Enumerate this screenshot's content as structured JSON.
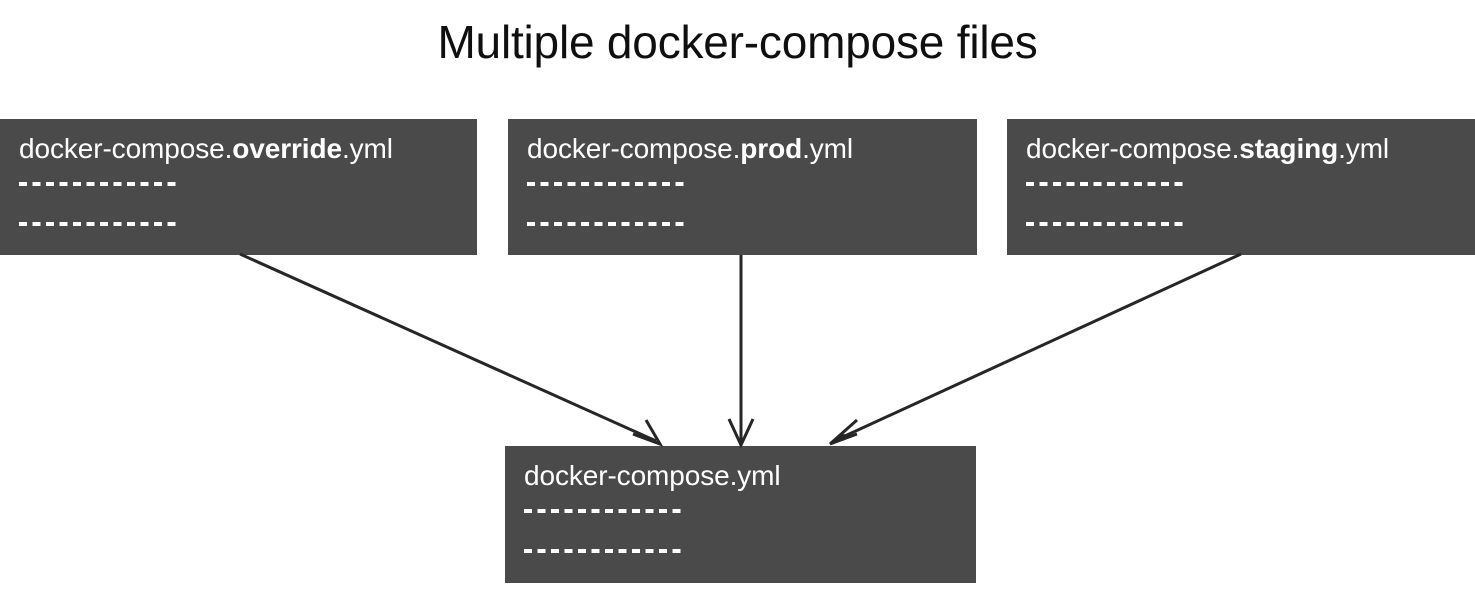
{
  "title": "Multiple docker-compose files",
  "theme": {
    "background": "#ffffff",
    "box_fill": "#4b4a4a",
    "box_text": "#ffffff",
    "title_text": "#0f0f0f",
    "arrow_color": "#262626"
  },
  "boxes": {
    "override": {
      "prefix": "docker-compose.",
      "env": "override",
      "suffix": ".yml",
      "lines": [
        "------------",
        "------------"
      ]
    },
    "prod": {
      "prefix": "docker-compose.",
      "env": "prod",
      "suffix": ".yml",
      "lines": [
        "------------",
        "------------"
      ]
    },
    "staging": {
      "prefix": "docker-compose.",
      "env": "staging",
      "suffix": ".yml",
      "lines": [
        "------------",
        "------------"
      ]
    },
    "base": {
      "prefix": "docker-compose.yml",
      "env": "",
      "suffix": "",
      "lines": [
        "------------",
        "------------"
      ]
    }
  },
  "arrows": [
    {
      "name": "override-to-base",
      "from": "override",
      "to": "base",
      "direction": "down-right"
    },
    {
      "name": "prod-to-base",
      "from": "prod",
      "to": "base",
      "direction": "down"
    },
    {
      "name": "staging-to-base",
      "from": "staging",
      "to": "base",
      "direction": "down-left"
    }
  ]
}
